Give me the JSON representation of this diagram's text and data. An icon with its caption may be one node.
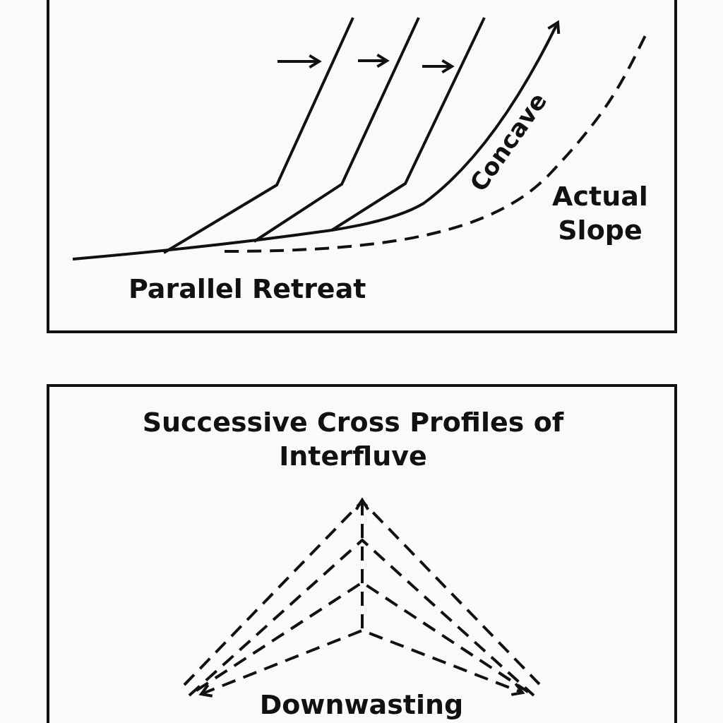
{
  "diagram": {
    "nodes": [
      {
        "text": [
          "Concave",
          "Actual Slope",
          "Parallel Retreat"
        ]
      },
      {
        "text": [
          "Successive Cross Profiles of Interfluve",
          "Downwasting"
        ]
      }
    ]
  }
}
